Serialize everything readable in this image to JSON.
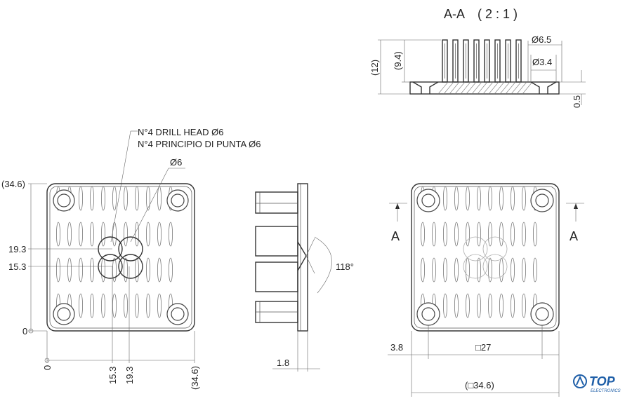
{
  "section_view": {
    "title": "A-A",
    "scale": "( 2 : 1 )",
    "dim_total_height": "(12)",
    "dim_fin_height": "(9.4)",
    "dim_outer_dia": "Ø6.5",
    "dim_inner_dia": "Ø3.4",
    "dim_base": "0.5"
  },
  "drill_note": {
    "line1": "N°4 DRILL HEAD Ø6",
    "line2": "N°4 PRINCIPIO DI PUNTA Ø6"
  },
  "front_view": {
    "dim_dia": "Ø6",
    "dim_top": "(34.6)",
    "dim_19_3": "19.3",
    "dim_15_3": "15.3",
    "dim_zero": "0",
    "dim_x_zero": "0",
    "dim_x_15_3": "15.3",
    "dim_x_19_3": "19.3",
    "dim_x_right": "(34.6)"
  },
  "side_view": {
    "dim_angle": "118°",
    "dim_thickness": "1.8"
  },
  "back_view": {
    "label_a_left": "A",
    "label_a_right": "A",
    "dim_offset": "3.8",
    "dim_square": "□27",
    "dim_overall": "(□34.6)"
  },
  "logo": {
    "name": "TOP",
    "sub": "ELECTRONICS",
    "accent": "#1f5fa8"
  }
}
